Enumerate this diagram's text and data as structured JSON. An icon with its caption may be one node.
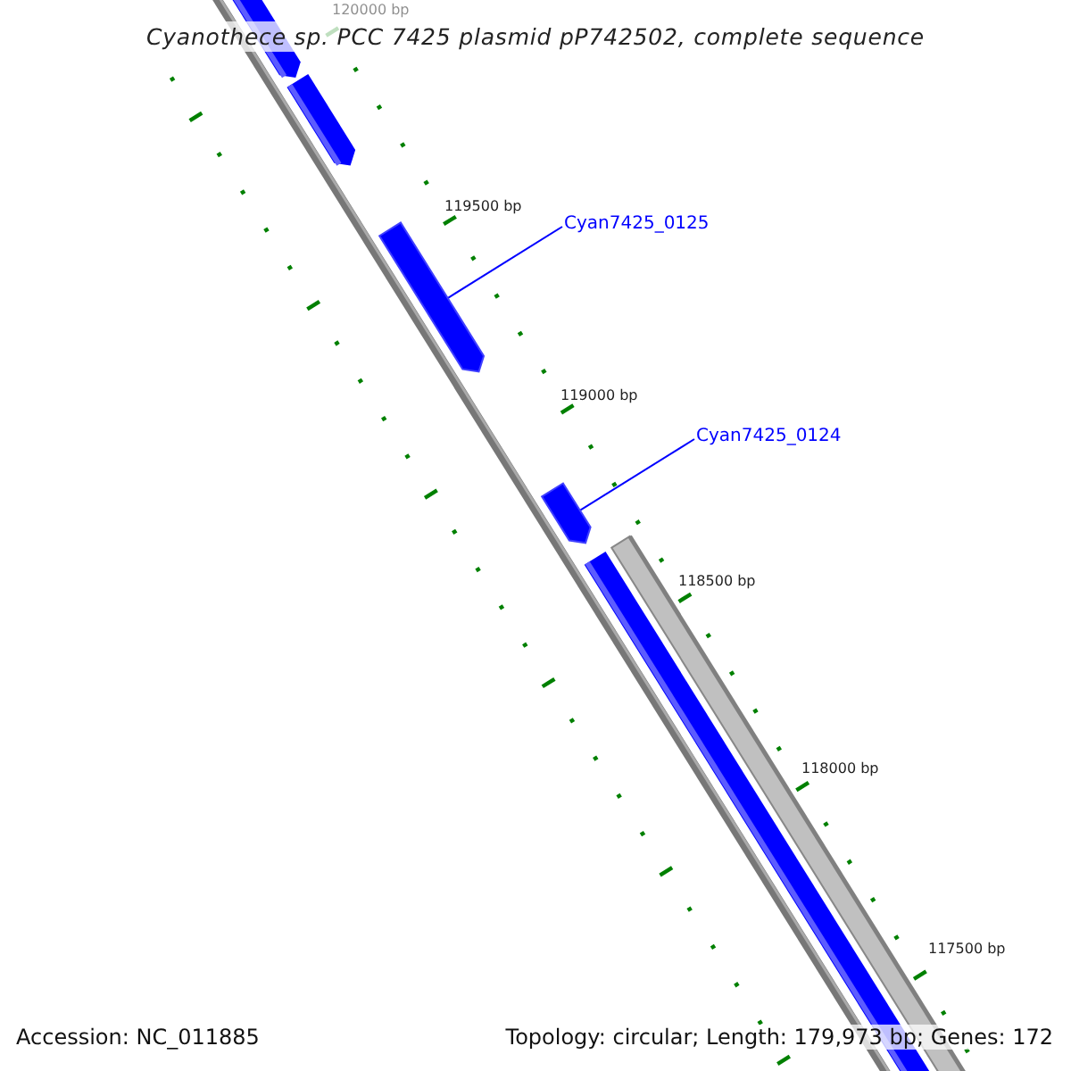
{
  "diagram": {
    "title": "Cyanothece sp. PCC 7425 plasmid pP742502, complete sequence",
    "nodes": [
      {
        "text": [
          "Cyan7425_0125"
        ]
      },
      {
        "text": [],
        "shape": "bar"
      },
      {
        "text": [
          "Cyan7425_0124"
        ]
      },
      {
        "text": [],
        "shape": "bar"
      }
    ],
    "edges": [
      {
        "from": 0,
        "to": 1,
        "arrow": "none"
      },
      {
        "from": 2,
        "to": 3,
        "arrow": "none"
      }
    ],
    "labels": [
      "120000 bp",
      "119500 bp",
      "119000 bp",
      "118500 bp",
      "118000 bp",
      "117500 bp",
      "Accession: NC_011885",
      "Topology: circular; Length: 179,973 bp; Genes: 172"
    ]
  }
}
